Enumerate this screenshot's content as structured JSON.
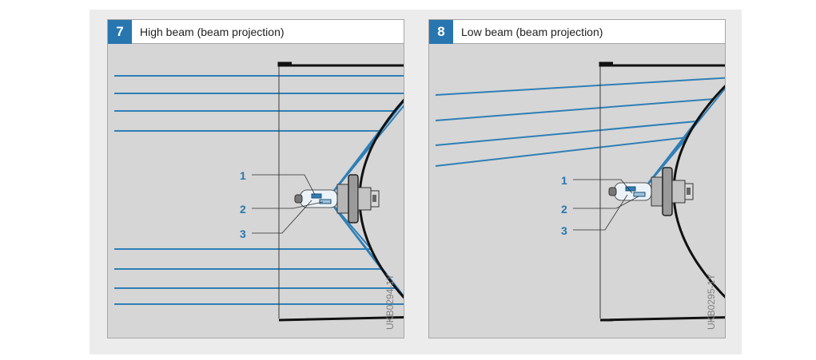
{
  "figures": [
    {
      "number": "7",
      "title": "High beam (beam projection)",
      "code": "UKB0294-1Y",
      "callouts": [
        "1",
        "2",
        "3"
      ]
    },
    {
      "number": "8",
      "title": "Low beam (beam projection)",
      "code": "UKB0295-1Y",
      "callouts": [
        "1",
        "2",
        "3"
      ]
    }
  ],
  "colors": {
    "accent": "#2776b0",
    "ray": "#2e7fb6",
    "reflector": "#111111",
    "panel_background": "#d6d6d6"
  }
}
